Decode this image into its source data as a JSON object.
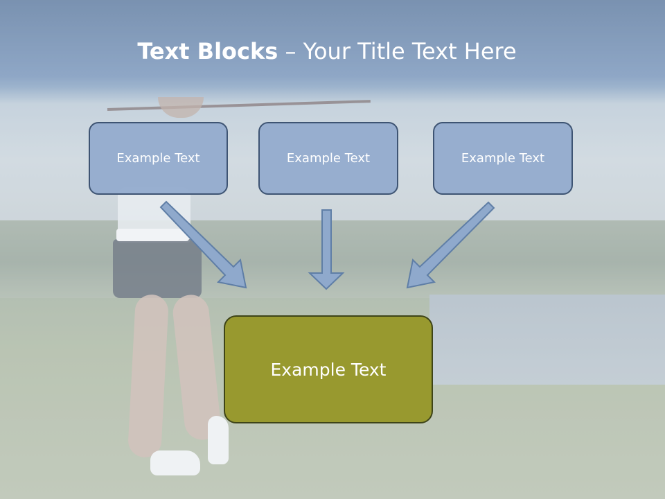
{
  "slide": {
    "title_bold": "Text Blocks",
    "title_dash": " – ",
    "title_rest": "Your Title Text Here"
  },
  "blocks": [
    {
      "label": "Example Text"
    },
    {
      "label": "Example Text"
    },
    {
      "label": "Example Text"
    }
  ],
  "main_block": {
    "label": "Example Text"
  },
  "colors": {
    "block_fill": "#93ACCD",
    "block_border": "#3E5473",
    "main_fill": "#98992F",
    "main_border": "#3E4418",
    "arrow_fill": "#8FA9CC"
  },
  "background": {
    "image": "golfer-on-course-photo"
  }
}
